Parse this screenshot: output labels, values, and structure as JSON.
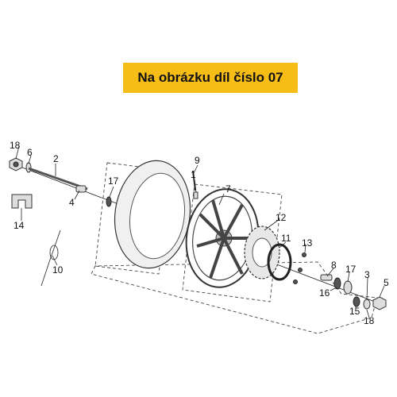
{
  "banner": {
    "text": "Na obrázku díl číslo 07"
  },
  "callouts": {
    "c18a": "18",
    "c6": "6",
    "c2": "2",
    "c4": "4",
    "c14": "14",
    "c10": "10",
    "c17a": "17",
    "c9": "9",
    "c1": "1",
    "c7": "7",
    "c12": "12",
    "c11": "11",
    "c13": "13",
    "c8": "8",
    "c17b": "17",
    "c3": "3",
    "c5": "5",
    "c16": "16",
    "c15": "15",
    "c18b": "18"
  }
}
